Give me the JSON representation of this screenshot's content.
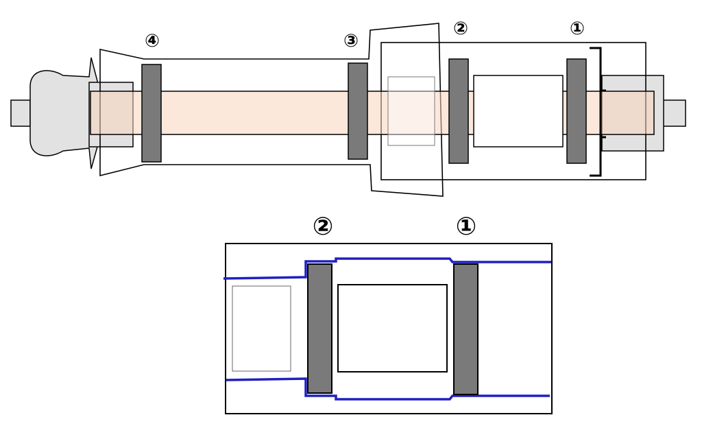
{
  "labels": {
    "top_bearing_4": "④",
    "top_bearing_3": "③",
    "top_bearing_2": "②",
    "top_bearing_1": "①",
    "detail_bearing_2": "②",
    "detail_bearing_1": "①"
  },
  "colors": {
    "shaft_fill": "#fce8da",
    "part_fill": "#e2e2e2",
    "bearing_fill": "#7a7a7a",
    "outline": "#000000",
    "housing_line": "#2020c0"
  }
}
